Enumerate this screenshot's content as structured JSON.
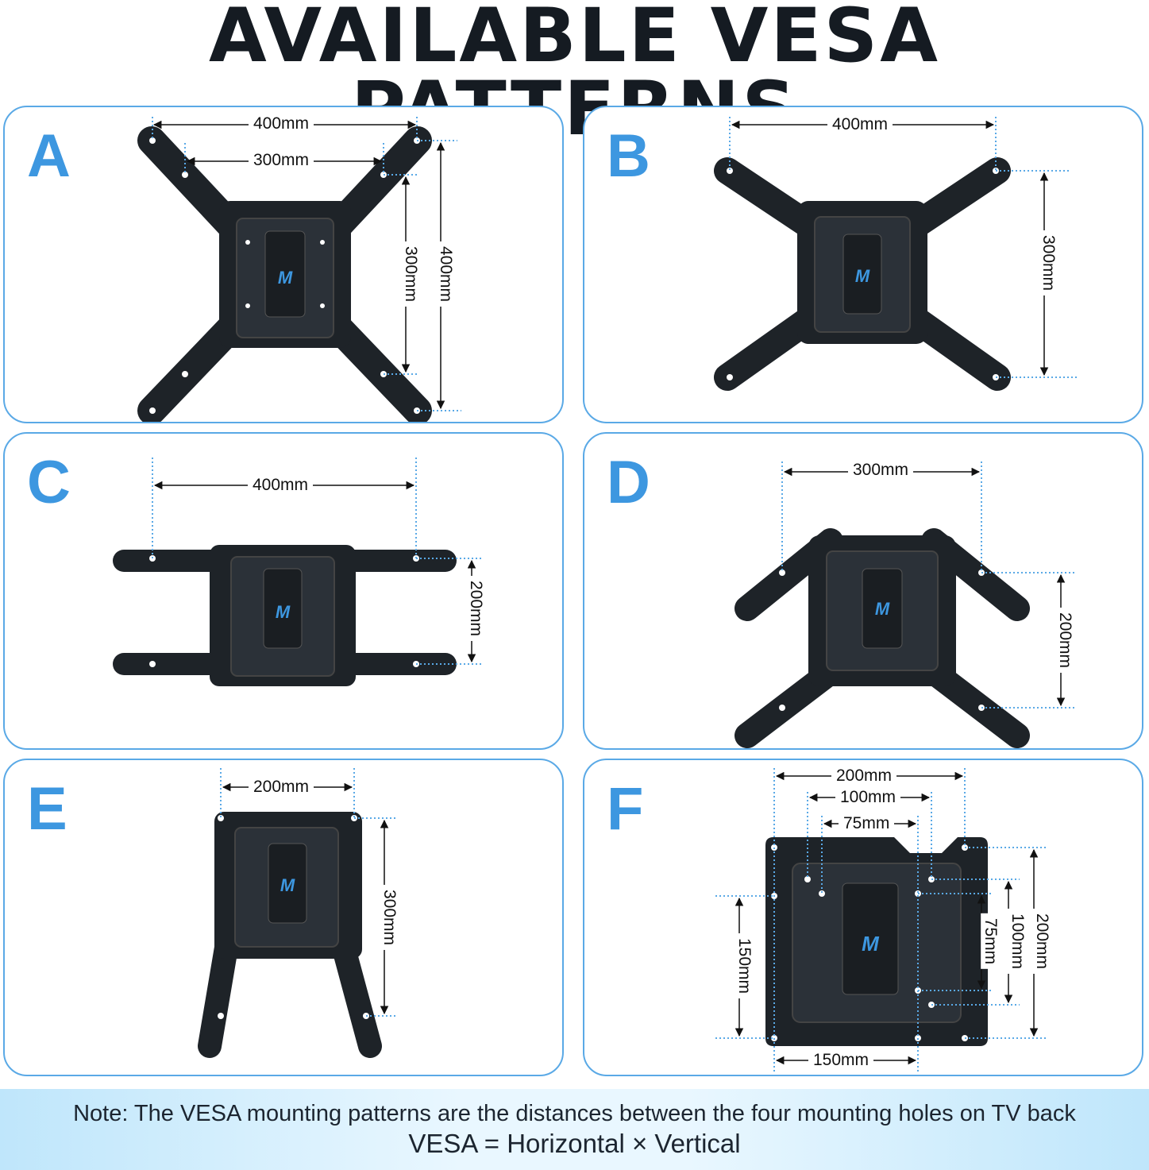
{
  "title": "AVAILABLE  VESA PATTERNS",
  "panels": [
    {
      "letter": "A",
      "labels": [
        "400mm",
        "300mm",
        "300mm",
        "400mm"
      ]
    },
    {
      "letter": "B",
      "labels": [
        "400mm",
        "300mm"
      ]
    },
    {
      "letter": "C",
      "labels": [
        "400mm",
        "200mm"
      ]
    },
    {
      "letter": "D",
      "labels": [
        "300mm",
        "200mm"
      ]
    },
    {
      "letter": "E",
      "labels": [
        "200mm",
        "300mm"
      ]
    },
    {
      "letter": "F",
      "labels": [
        "200mm",
        "100mm",
        "75mm",
        "150mm",
        "75mm",
        "100mm",
        "200mm",
        "150mm"
      ]
    }
  ],
  "note": {
    "line1": "Note: The VESA mounting patterns are the distances between the four mounting holes on TV back",
    "line2": "VESA = Horizontal × Vertical"
  },
  "colors": {
    "accent": "#3d97e0",
    "bracket": "#1e2328",
    "dotted": "#5aa9e6",
    "title": "#151b22"
  },
  "icons": [
    "brand-logo-icon"
  ]
}
